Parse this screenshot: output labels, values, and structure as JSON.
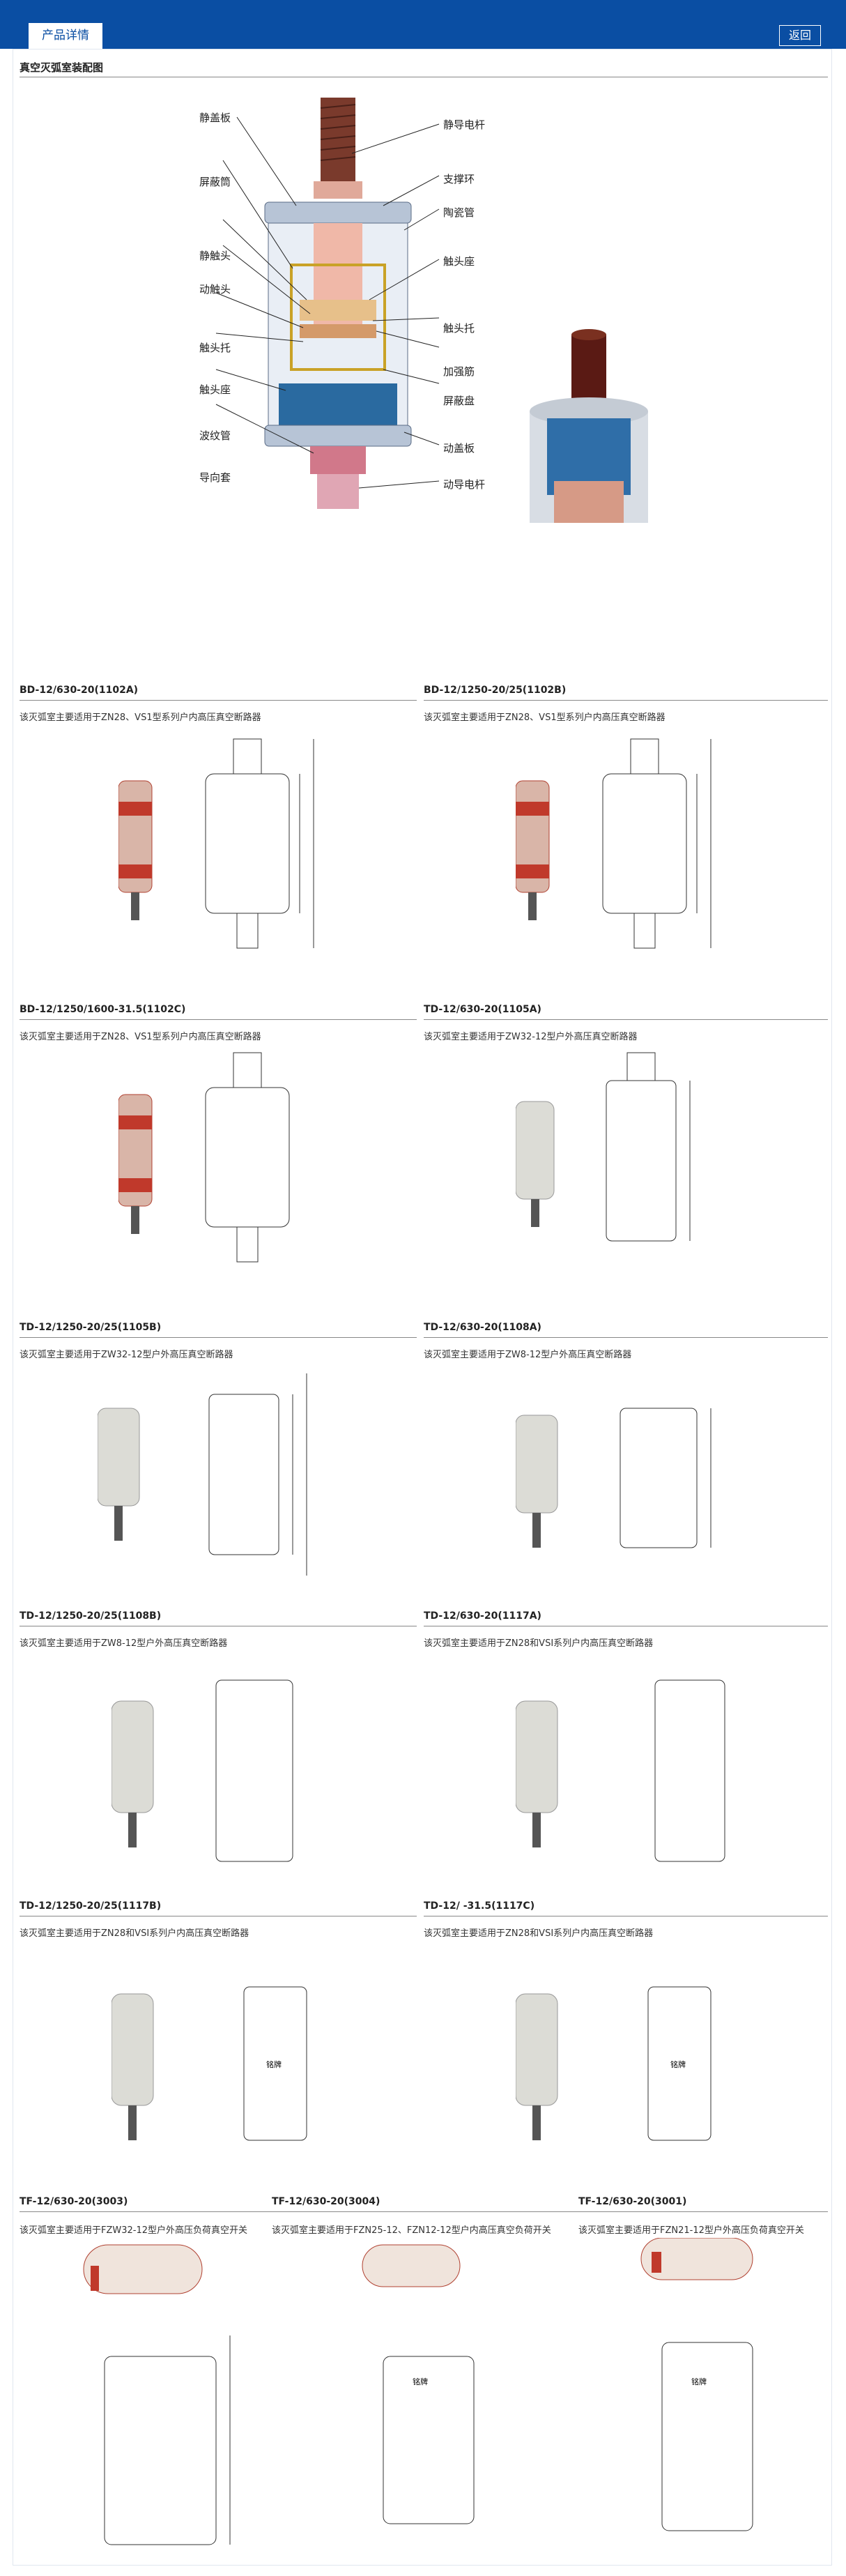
{
  "header": {
    "tab_label": "产品详情",
    "back_label": "返回"
  },
  "assembly": {
    "title": "真空灭弧室装配图",
    "labels_left": [
      "静盖板",
      "屏蔽筒",
      "静触头",
      "动触头",
      "触头托",
      "触头座",
      "波纹管",
      "导向套"
    ],
    "labels_right": [
      "静导电杆",
      "支撑环",
      "陶瓷管",
      "触头座",
      "触头托",
      "加强筋",
      "屏蔽盘",
      "动盖板",
      "动导电杆"
    ]
  },
  "products": [
    {
      "title": "BD-12/630-20(1102A)",
      "desc": "该灭弧室主要适用于ZN28、VS1型系列户内高压真空断路器"
    },
    {
      "title": "BD-12/1250-20/25(1102B)",
      "desc": "该灭弧室主要适用于ZN28、VS1型系列户内高压真空断路器"
    },
    {
      "title": "BD-12/1250/1600-31.5(1102C)",
      "desc": "该灭弧室主要适用于ZN28、VS1型系列户内高压真空断路器"
    },
    {
      "title": "TD-12/630-20(1105A)",
      "desc": "该灭弧室主要适用于ZW32-12型户外高压真空断路器"
    },
    {
      "title": "TD-12/1250-20/25(1105B)",
      "desc": "该灭弧室主要适用于ZW32-12型户外高压真空断路器"
    },
    {
      "title": "TD-12/630-20(1108A)",
      "desc": "该灭弧室主要适用于ZW8-12型户外高压真空断路器"
    },
    {
      "title": "TD-12/1250-20/25(1108B)",
      "desc": "该灭弧室主要适用于ZW8-12型户外高压真空断路器"
    },
    {
      "title": "TD-12/630-20(1117A)",
      "desc": "该灭弧室主要适用于ZN28和VSI系列户内高压真空断路器"
    },
    {
      "title": "TD-12/1250-20/25(1117B)",
      "desc": "该灭弧室主要适用于ZN28和VSI系列户内高压真空断路器"
    },
    {
      "title": "TD-12/ -31.5(1117C)",
      "desc": "该灭弧室主要适用于ZN28和VSI系列户内高压真空断路器"
    },
    {
      "title": "TF-12/630-20(3003)",
      "desc": "该灭弧室主要适用于FZW32-12型户外高压负荷真空开关"
    },
    {
      "title": "TF-12/630-20(3004)",
      "desc": "该灭弧室主要适用于FZN25-12、FZN12-12型户内高压真空负荷开关"
    },
    {
      "title": "TF-12/630-20(3001)",
      "desc": "该灭弧室主要适用于FZN21-12型户外高压负荷真空开关"
    }
  ],
  "drawing_text": {
    "label_tag": "铭牌"
  },
  "colors": {
    "brand": "#0a4ea3",
    "copper": "#c8795a",
    "ceramic": "#e8e8e4",
    "red_insulator": "#c0392b"
  }
}
